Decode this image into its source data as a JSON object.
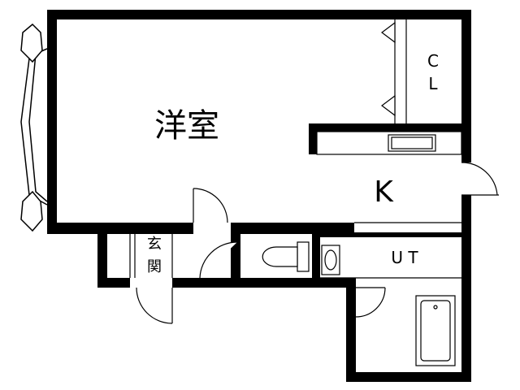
{
  "labels": {
    "western_room": "洋室",
    "closet": [
      "C",
      "L"
    ],
    "kitchen": "K",
    "entrance": [
      "玄",
      "関"
    ],
    "utility": "U T"
  }
}
